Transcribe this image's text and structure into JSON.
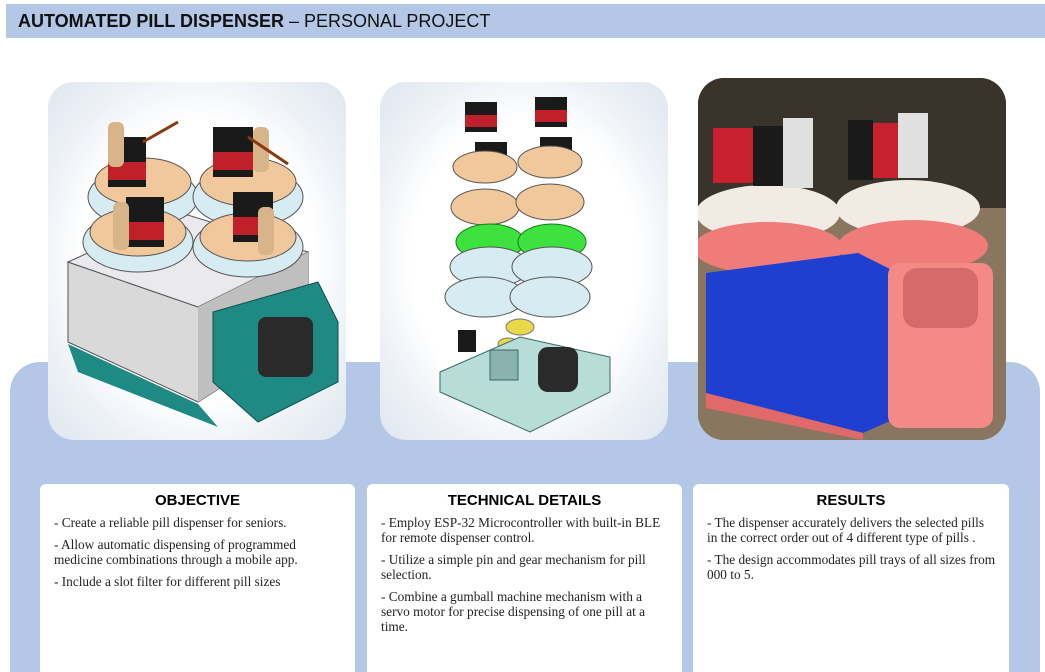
{
  "header": {
    "title_bold": "AUTOMATED PILL DISPENSER",
    "title_rest": " – PERSONAL PROJECT"
  },
  "images": [
    {
      "name": "cad-assembled-render-image"
    },
    {
      "name": "cad-exploded-view-image"
    },
    {
      "name": "printed-prototype-photo"
    }
  ],
  "sections": {
    "objective": {
      "heading": "OBJECTIVE",
      "items": [
        "- Create a reliable pill dispenser for seniors.",
        "- Allow automatic dispensing of programmed medicine combinations through a mobile app.",
        "- Include a slot filter for different pill sizes"
      ]
    },
    "technical": {
      "heading": "TECHNICAL DETAILS",
      "items": [
        "- Employ ESP-32 Microcontroller with built-in BLE for remote dispenser control.",
        "- Utilize a simple pin and gear mechanism for pill selection.",
        "- Combine a gumball machine mechanism with a servo motor for precise dispensing of one pill at a time."
      ]
    },
    "results": {
      "heading": "RESULTS",
      "items": [
        "- The dispenser accurately delivers the selected pills in the correct order out of 4 different type of pills .",
        "- The design accommodates pill trays of all sizes from 000 to 5."
      ]
    }
  },
  "colors": {
    "accent_blue": "#b4c7e7",
    "servo_red": "#c0202a",
    "tray_tan": "#f0c89c",
    "base_teal": "#1f8a84",
    "print_blue": "#1f3fd0",
    "print_pink": "#f07c7a"
  }
}
